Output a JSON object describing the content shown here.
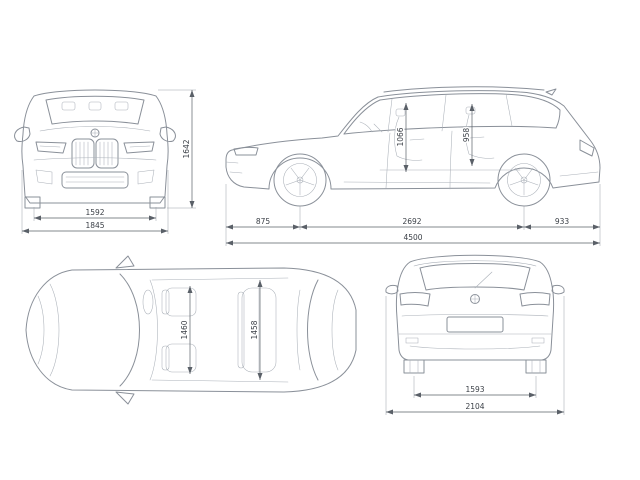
{
  "front_view": {
    "track_width": "1592",
    "overall_width": "1845",
    "overall_height": "1642"
  },
  "side_view": {
    "front_overhang": "875",
    "wheelbase": "2692",
    "rear_overhang": "933",
    "overall_length": "4500",
    "interior_height_front": "1066",
    "interior_height_rear": "958"
  },
  "top_view": {
    "interior_width_front": "1460",
    "interior_width_rear": "1458"
  },
  "rear_view": {
    "track_width": "1593",
    "overall_width_mirrors": "2104"
  },
  "colors": {
    "line": "#8a9099",
    "dimension": "#5a6068",
    "text": "#3a3f46",
    "background": "#ffffff"
  }
}
